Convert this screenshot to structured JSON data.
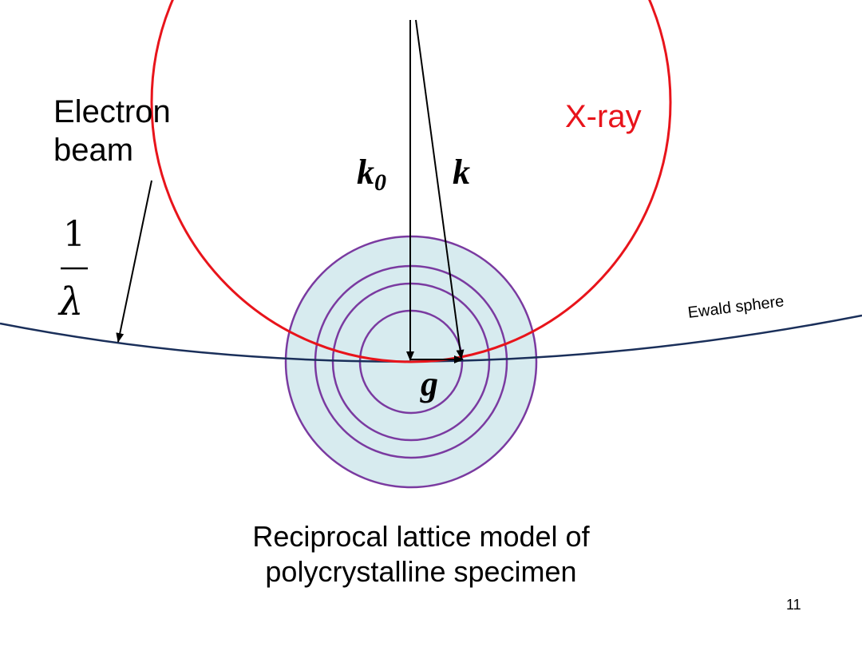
{
  "labels": {
    "electron_beam_line1": "Electron",
    "electron_beam_line2": "beam",
    "xray": "X-ray",
    "k0_main": "k",
    "k0_sub": "0",
    "k": "k",
    "g": "g",
    "fraction_numerator": "1",
    "fraction_denominator": "λ",
    "ewald_sphere": "Ewald sphere"
  },
  "caption": {
    "line1": "Reciprocal lattice model of",
    "line2": "polycrystalline specimen"
  },
  "page_number": "11",
  "colors": {
    "xray_circle": "#e8141b",
    "ewald_arc": "#1a2f5a",
    "rings": "#7a3aa0",
    "ring_fill": "#d7ebef",
    "arrows": "#000000"
  }
}
